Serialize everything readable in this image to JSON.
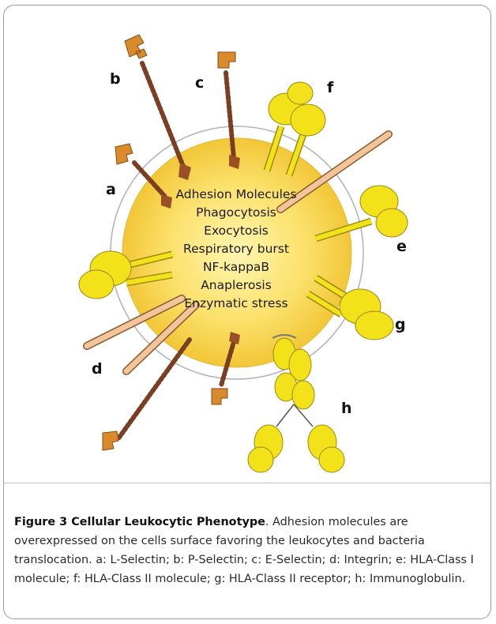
{
  "figure": {
    "cell_labels": [
      "Adhesion Molecules",
      "Phagocytosis",
      "Exocytosis",
      "Respiratory burst",
      "NF-kappaB",
      "Anaplerosis",
      "Enzymatic stress"
    ],
    "receptor_letters": {
      "a": "a",
      "b": "b",
      "c": "c",
      "d": "d",
      "e": "e",
      "f": "f",
      "g": "g",
      "h": "h"
    },
    "colors": {
      "cell_fill": "#f7d23a",
      "cell_center": "#fff3a8",
      "receptor_yellow": "#f3e21a",
      "selectin_brown": "#8a4a2a",
      "selectin_orange": "#d98a2b",
      "integrin_peach": "#f3c59a"
    }
  },
  "caption": {
    "title": "Figure 3 Cellular Leukocytic Phenotype",
    "text": ". Adhesion molecules are overexpressed on the cells surface favoring the leukocytes and bacteria translocation. a: L-Selectin; b: P-Selectin; c: E-Selectin; d: Integrin; e: HLA-Class I molecule; f: HLA-Class II molecule; g: HLA-Class II receptor; h: Immunoglobulin."
  }
}
